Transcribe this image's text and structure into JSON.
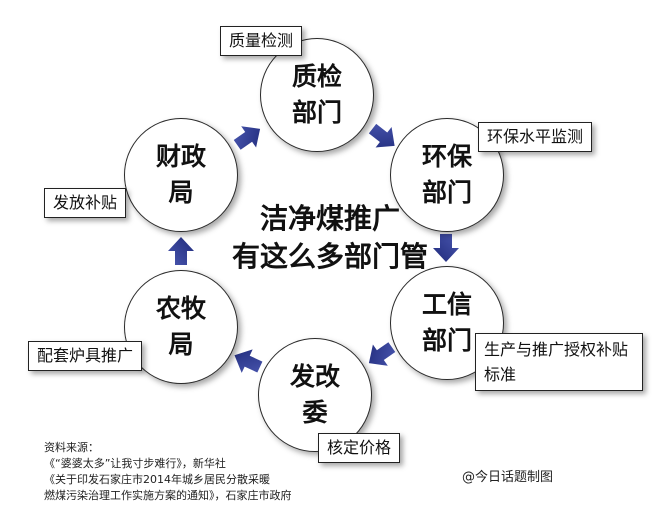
{
  "center_title": {
    "line1": "洁净煤推广",
    "line2": "有这么多部门管"
  },
  "departments": [
    {
      "id": "quality",
      "name": "质检部门",
      "tag": "质量检测"
    },
    {
      "id": "environment",
      "name": "环保部门",
      "tag": "环保水平监测"
    },
    {
      "id": "industry",
      "name": "工信部门",
      "tag": "生产与推广授权补贴标准"
    },
    {
      "id": "reform",
      "name": "发改委",
      "tag": "核定价格"
    },
    {
      "id": "agriculture",
      "name": "农牧局",
      "tag": "配套炉具推广"
    },
    {
      "id": "finance",
      "name": "财政局",
      "tag": "发放补贴"
    }
  ],
  "source": {
    "heading": "资料来源：",
    "line1": "《“婆婆太多”让我寸步难行》，新华社",
    "line2": "《关于印发石家庄市2014年城乡居民分散采暖",
    "line3": "燃煤污染治理工作实施方案的通知》，石家庄市政府"
  },
  "credit": "@今日话题制图",
  "colors": {
    "arrow": "#1f2a7a",
    "arrow_light": "#4a57b0"
  }
}
